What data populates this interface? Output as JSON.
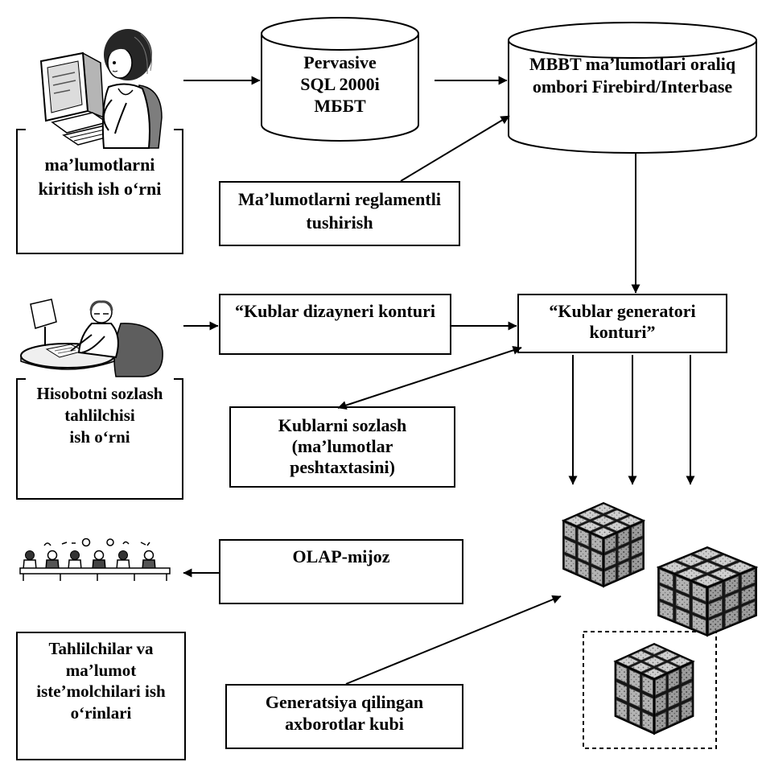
{
  "colors": {
    "ink": "#000000",
    "paper": "#ffffff",
    "cube_light": "#cfcfcf",
    "cube_mid": "#b3b3b3",
    "cube_dark": "#9c9c9c"
  },
  "icons": {
    "data_entry": "woman-at-computer-icon",
    "analyst": "analyst-at-desk-icon",
    "consumers": "group-at-desks-icon",
    "cube": "olap-cube-icon",
    "database": "database-cylinder-icon"
  },
  "workstations": {
    "data_entry": {
      "lines": [
        "ma’lumotlarni",
        "kiritish ish o‘rni"
      ]
    },
    "report_analyst": {
      "lines": [
        "Hisobotni sozlash",
        "tahlilchisi",
        "ish o‘rni"
      ]
    },
    "consumers": {
      "lines": [
        "Tahlilchilar va",
        "ma’lumot",
        "iste’molchilari ish",
        "o‘rinlari"
      ]
    }
  },
  "databases": {
    "pervasive": {
      "lines": [
        "Pervasive",
        "SQL 2000i",
        "МББТ"
      ]
    },
    "staging_store": {
      "lines": [
        "MBBT ma’lumotlari oraliq",
        "ombori Firebird/Interbase"
      ]
    }
  },
  "processes": {
    "scheduled_unload": {
      "lines": [
        "Ma’lumotlarni reglamentli",
        "tushirish"
      ]
    },
    "cube_designer": {
      "lines": [
        "“Kublar dizayneri konturi"
      ]
    },
    "cube_generator": {
      "lines": [
        "“Kublar generatori",
        "konturi”"
      ]
    },
    "cube_setup": {
      "lines": [
        "Kublarni sozlash",
        "(ma’lumotlar",
        "peshtaxtasini)"
      ]
    },
    "olap_client": {
      "lines": [
        "OLAP-mijoz"
      ]
    },
    "generated_cube": {
      "lines": [
        "Generatsiya qilingan",
        "axborotlar kubi"
      ]
    }
  }
}
